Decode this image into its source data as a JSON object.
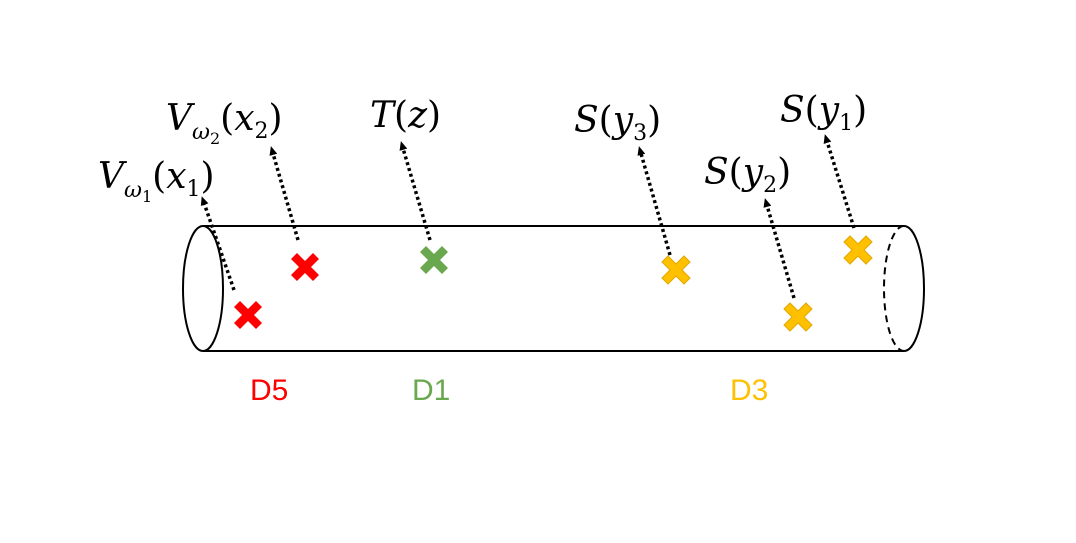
{
  "colors": {
    "red": "#ff0000",
    "green": "#6aa84f",
    "yellow": "#ffc000",
    "yellow_edge": "#e0a800",
    "line": "#000000"
  },
  "regions": {
    "d5": {
      "label": "D5",
      "color": "#ff0000"
    },
    "d1": {
      "label": "D1",
      "color": "#6aa84f"
    },
    "d3": {
      "label": "D3",
      "color": "#ffc000"
    }
  },
  "labels": {
    "v_omega1_x1": {
      "base": "V",
      "sub": "ω",
      "subsub": "1",
      "arg": "x",
      "arg_sub": "1"
    },
    "v_omega2_x2": {
      "base": "V",
      "sub": "ω",
      "subsub": "2",
      "arg": "x",
      "arg_sub": "2"
    },
    "t_z": {
      "base": "T",
      "arg": "z"
    },
    "s_y3": {
      "base": "S",
      "arg": "y",
      "arg_sub": "3"
    },
    "s_y2": {
      "base": "S",
      "arg": "y",
      "arg_sub": "2"
    },
    "s_y1": {
      "base": "S",
      "arg": "y",
      "arg_sub": "1"
    }
  }
}
